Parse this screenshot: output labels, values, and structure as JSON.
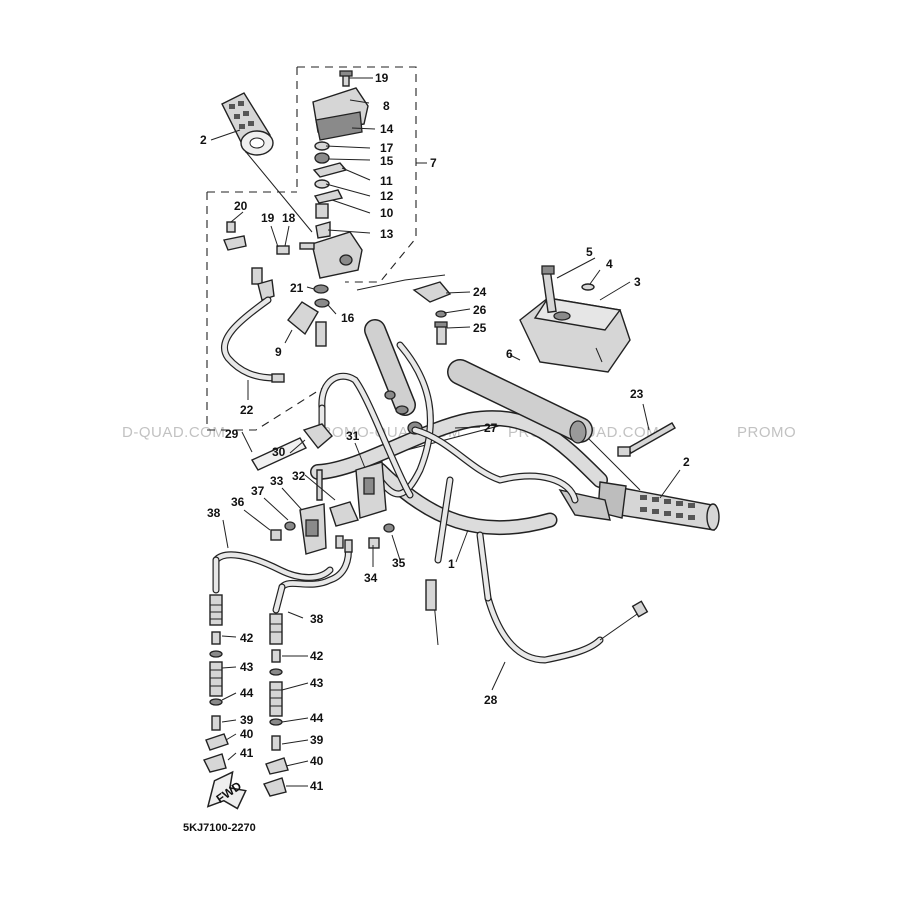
{
  "diagram": {
    "code": "5KJ7100-2270",
    "fwd_label": "FWD",
    "watermark": [
      "D-QUAD.COM",
      "PROMO-QUAD.COM",
      "PROMO-QUAD.COM",
      "PROMO"
    ],
    "callouts": [
      {
        "id": "c19a",
        "text": "19"
      },
      {
        "id": "c8",
        "text": "8"
      },
      {
        "id": "c14",
        "text": "14"
      },
      {
        "id": "c17",
        "text": "17"
      },
      {
        "id": "c15",
        "text": "15"
      },
      {
        "id": "c7",
        "text": "7"
      },
      {
        "id": "c11",
        "text": "11"
      },
      {
        "id": "c12",
        "text": "12"
      },
      {
        "id": "c10",
        "text": "10"
      },
      {
        "id": "c13",
        "text": "13"
      },
      {
        "id": "c2a",
        "text": "2"
      },
      {
        "id": "c20",
        "text": "20"
      },
      {
        "id": "c19b",
        "text": "19"
      },
      {
        "id": "c18",
        "text": "18"
      },
      {
        "id": "c21",
        "text": "21"
      },
      {
        "id": "c16",
        "text": "16"
      },
      {
        "id": "c9",
        "text": "9"
      },
      {
        "id": "c22",
        "text": "22"
      },
      {
        "id": "c24",
        "text": "24"
      },
      {
        "id": "c26",
        "text": "26"
      },
      {
        "id": "c25",
        "text": "25"
      },
      {
        "id": "c5",
        "text": "5"
      },
      {
        "id": "c4",
        "text": "4"
      },
      {
        "id": "c3",
        "text": "3"
      },
      {
        "id": "c6",
        "text": "6"
      },
      {
        "id": "c23",
        "text": "23"
      },
      {
        "id": "c27",
        "text": "27"
      },
      {
        "id": "c2b",
        "text": "2"
      },
      {
        "id": "c29",
        "text": "29"
      },
      {
        "id": "c30",
        "text": "30"
      },
      {
        "id": "c31",
        "text": "31"
      },
      {
        "id": "c32",
        "text": "32"
      },
      {
        "id": "c33",
        "text": "33"
      },
      {
        "id": "c37",
        "text": "37"
      },
      {
        "id": "c36",
        "text": "36"
      },
      {
        "id": "c38a",
        "text": "38"
      },
      {
        "id": "c34",
        "text": "34"
      },
      {
        "id": "c35",
        "text": "35"
      },
      {
        "id": "c1",
        "text": "1"
      },
      {
        "id": "c38b",
        "text": "38"
      },
      {
        "id": "c42a",
        "text": "42"
      },
      {
        "id": "c43a",
        "text": "43"
      },
      {
        "id": "c44a",
        "text": "44"
      },
      {
        "id": "c39a",
        "text": "39"
      },
      {
        "id": "c40a",
        "text": "40"
      },
      {
        "id": "c41a",
        "text": "41"
      },
      {
        "id": "c42b",
        "text": "42"
      },
      {
        "id": "c43b",
        "text": "43"
      },
      {
        "id": "c44b",
        "text": "44"
      },
      {
        "id": "c39b",
        "text": "39"
      },
      {
        "id": "c40b",
        "text": "40"
      },
      {
        "id": "c41b",
        "text": "41"
      },
      {
        "id": "c28",
        "text": "28"
      }
    ]
  }
}
